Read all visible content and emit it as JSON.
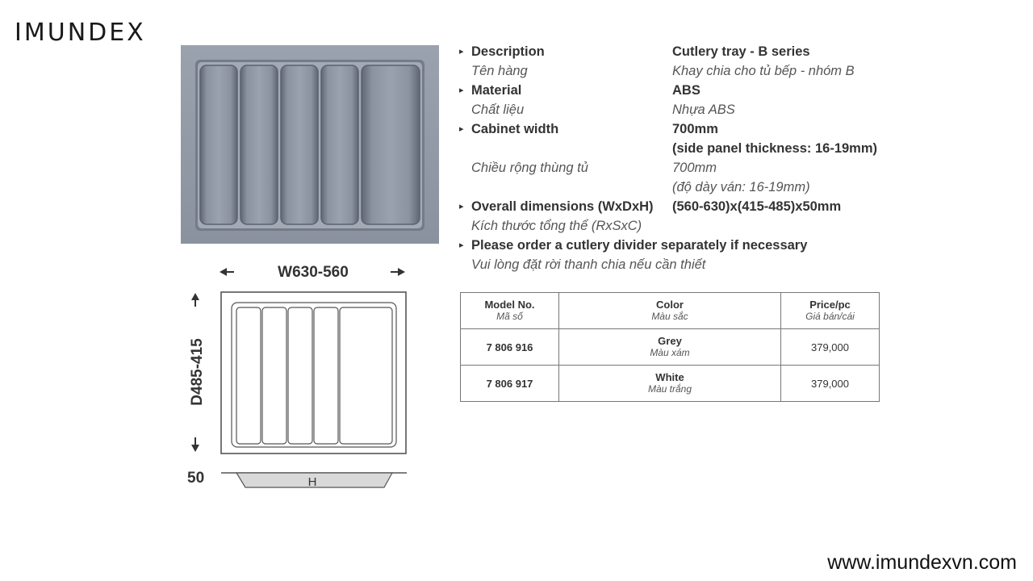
{
  "brand": {
    "logo_text": "IMUNDEX",
    "website": "www.imundexvn.com"
  },
  "drawing": {
    "width_label": "W630-560",
    "depth_label": "D485-415",
    "height_label": "50",
    "h_marker": "H"
  },
  "specs": [
    {
      "label": "Description",
      "label_vi": "Tên hàng",
      "value": [
        "Cutlery tray - B series"
      ],
      "value_vi": [
        "Khay chia cho tủ bếp - nhóm B"
      ]
    },
    {
      "label": "Material",
      "label_vi": "Chất liệu",
      "value": [
        "ABS"
      ],
      "value_vi": [
        "Nhựa ABS"
      ]
    },
    {
      "label": "Cabinet width",
      "label_vi": "Chiều rộng thùng tủ",
      "value": [
        "700mm",
        "(side panel thickness: 16-19mm)"
      ],
      "value_vi": [
        "700mm",
        "(độ dày ván: 16-19mm)"
      ]
    },
    {
      "label": "Overall dimensions (WxDxH)",
      "label_vi": "Kích thước tổng thể (RxSxC)",
      "value": [
        "(560-630)x(415-485)x50mm"
      ],
      "value_vi": []
    }
  ],
  "notice": {
    "text": "Please order a cutlery divider separately if necessary",
    "text_vi": "Vui lòng đặt rời thanh chia nếu cần thiết"
  },
  "bullet_glyph": "▸",
  "table": {
    "headers": [
      {
        "en": "Model No.",
        "vi": "Mã số"
      },
      {
        "en": "Color",
        "vi": "Màu sắc"
      },
      {
        "en": "Price/pc",
        "vi": "Giá bán/cái"
      }
    ],
    "rows": [
      {
        "model": "7 806 916",
        "color": "Grey",
        "color_vi": "Màu xám",
        "price": "379,000"
      },
      {
        "model": "7 806 917",
        "color": "White",
        "color_vi": "Màu trắng",
        "price": "379,000"
      }
    ]
  },
  "colors": {
    "tray_grey": "#8f97a4",
    "tray_dark": "#6f7785",
    "line": "#777777"
  }
}
